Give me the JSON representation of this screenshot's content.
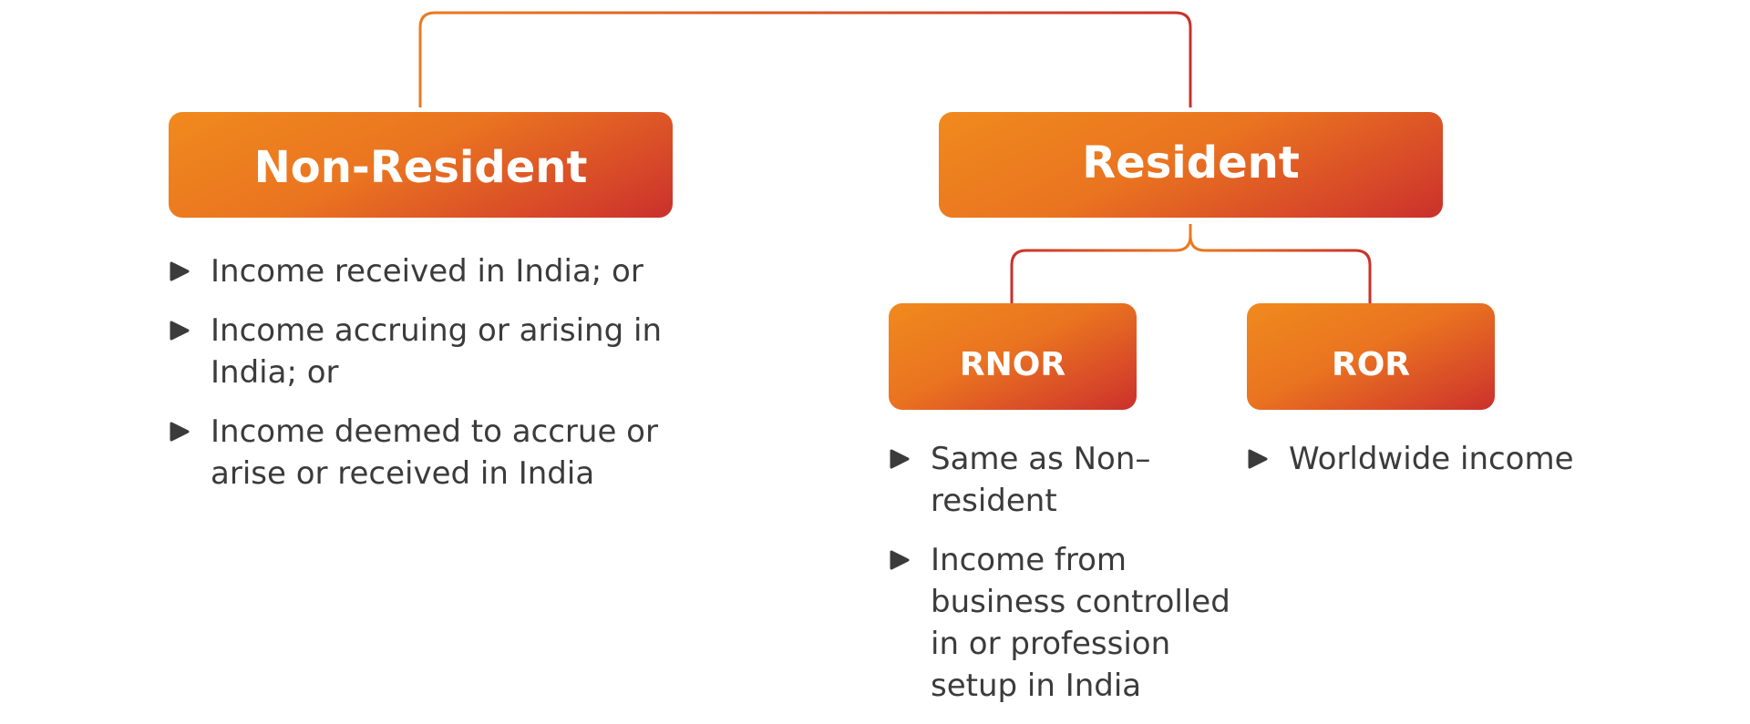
{
  "colors": {
    "box_gradient_start": "#f08a1d",
    "box_gradient_end": "#c9312a",
    "connector_start": "#ec7a1f",
    "connector_end": "#c9312a",
    "text": "#3b3b3b",
    "bullet": "#3b3b3b"
  },
  "icons": {
    "bullet": "play-arrow-icon"
  },
  "nodes": {
    "non_resident": {
      "label": "Non-Resident",
      "items": [
        "Income received in India; or",
        "Income accruing or arising in India; or",
        "Income deemed to accrue or arise or received in India"
      ]
    },
    "resident": {
      "label": "Resident"
    },
    "rnor": {
      "label": "RNOR",
      "items": [
        "Same as Non–resident",
        "Income from business controlled in or profession setup in India"
      ]
    },
    "ror": {
      "label": "ROR",
      "items": [
        "Worldwide income"
      ]
    }
  }
}
